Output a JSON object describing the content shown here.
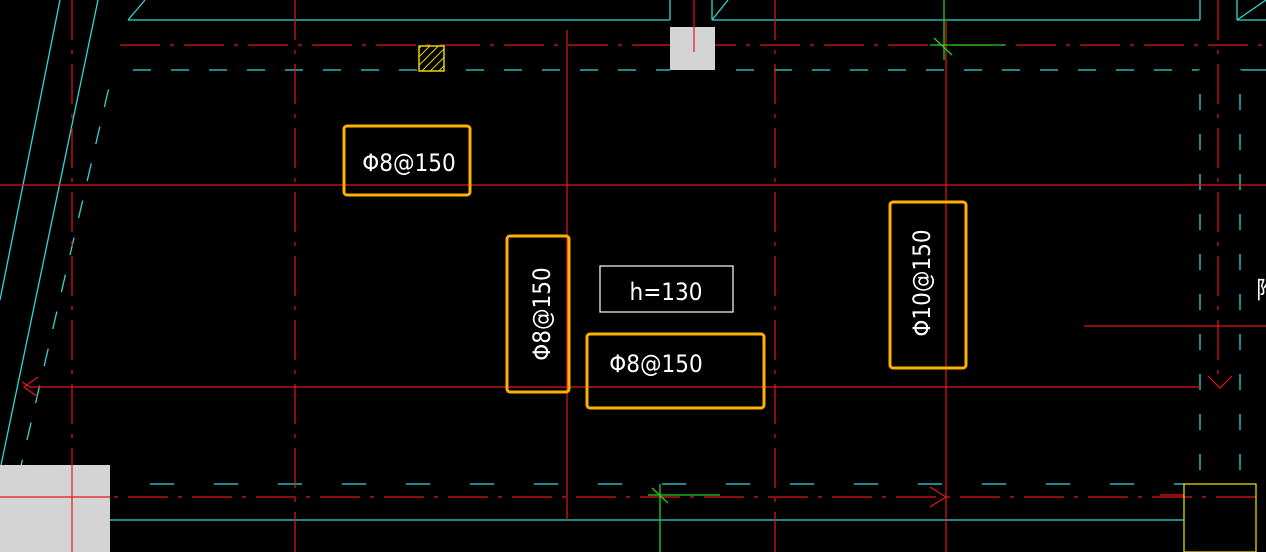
{
  "drawing": {
    "background": "#000000",
    "colors": {
      "axis_red": "#E01818",
      "wall_cyan": "#33D6D6",
      "column_grey": "#D4D4D4",
      "green_mark": "#22D022",
      "highlight_orange": "#FFB000",
      "text_white": "#FFFFFF",
      "hatch_yellow": "#E6D600"
    },
    "rebar_labels": {
      "left_top": "Φ8@150",
      "middle_vertical": "Φ8@150",
      "middle_horizontal": "Φ8@150",
      "right_vertical": "Φ10@150"
    },
    "slab_thickness": "h=130",
    "edge_fragment": "附"
  }
}
